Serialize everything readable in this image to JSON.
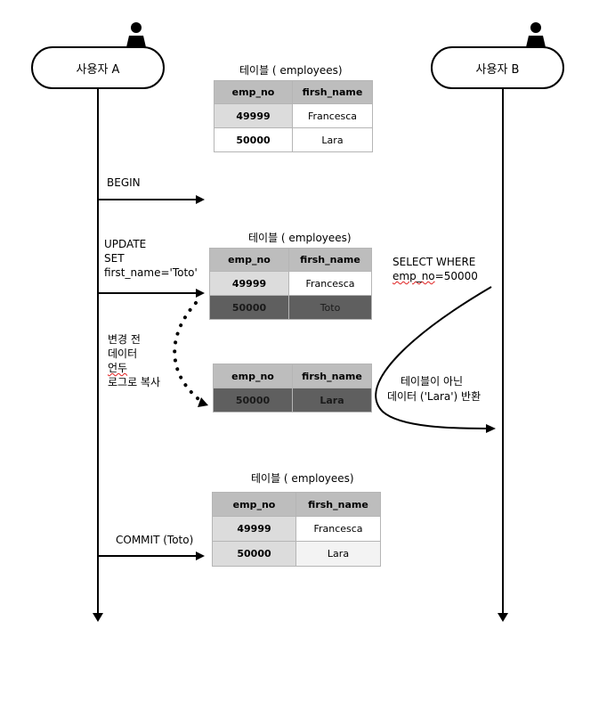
{
  "users": {
    "a": "사용자 A",
    "b": "사용자 B"
  },
  "table_title": "테이블 ( employees)",
  "columns": [
    "emp_no",
    "firsh_name"
  ],
  "tables": {
    "initial": [
      [
        "49999",
        "Francesca"
      ],
      [
        "50000",
        "Lara"
      ]
    ],
    "updated": [
      [
        "49999",
        "Francesca"
      ],
      [
        "50000",
        "Toto"
      ]
    ],
    "undo": [
      [
        "50000",
        "Lara"
      ]
    ],
    "final": [
      [
        "49999",
        "Francesca"
      ],
      [
        "50000",
        "Lara"
      ]
    ]
  },
  "labels": {
    "begin": "BEGIN",
    "update": [
      "UPDATE",
      "SET",
      "first_name='Toto'"
    ],
    "undo_note_1": "변경 전",
    "undo_note_2": "데이터",
    "undo_note_3": "언두",
    "undo_note_4": "로그로 복사",
    "select_1": "SELECT WHERE",
    "select_2_prefix": "emp_no",
    "select_2_suffix": "=50000",
    "return_1": "테이블이 아닌",
    "return_2": "데이터 ('Lara') 반환",
    "commit": "COMMIT (Toto)"
  },
  "colors": {
    "header": "#bdbdbd",
    "key_cell": "#dcdcdc",
    "changed_row": "#5f5f5f",
    "spellcheck": "#e02020"
  }
}
